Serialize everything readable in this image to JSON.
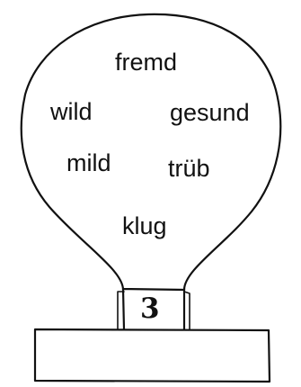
{
  "words": [
    "fremd",
    "wild",
    "gesund",
    "mild",
    "trüb",
    "klug"
  ],
  "number": "3",
  "answer": ""
}
